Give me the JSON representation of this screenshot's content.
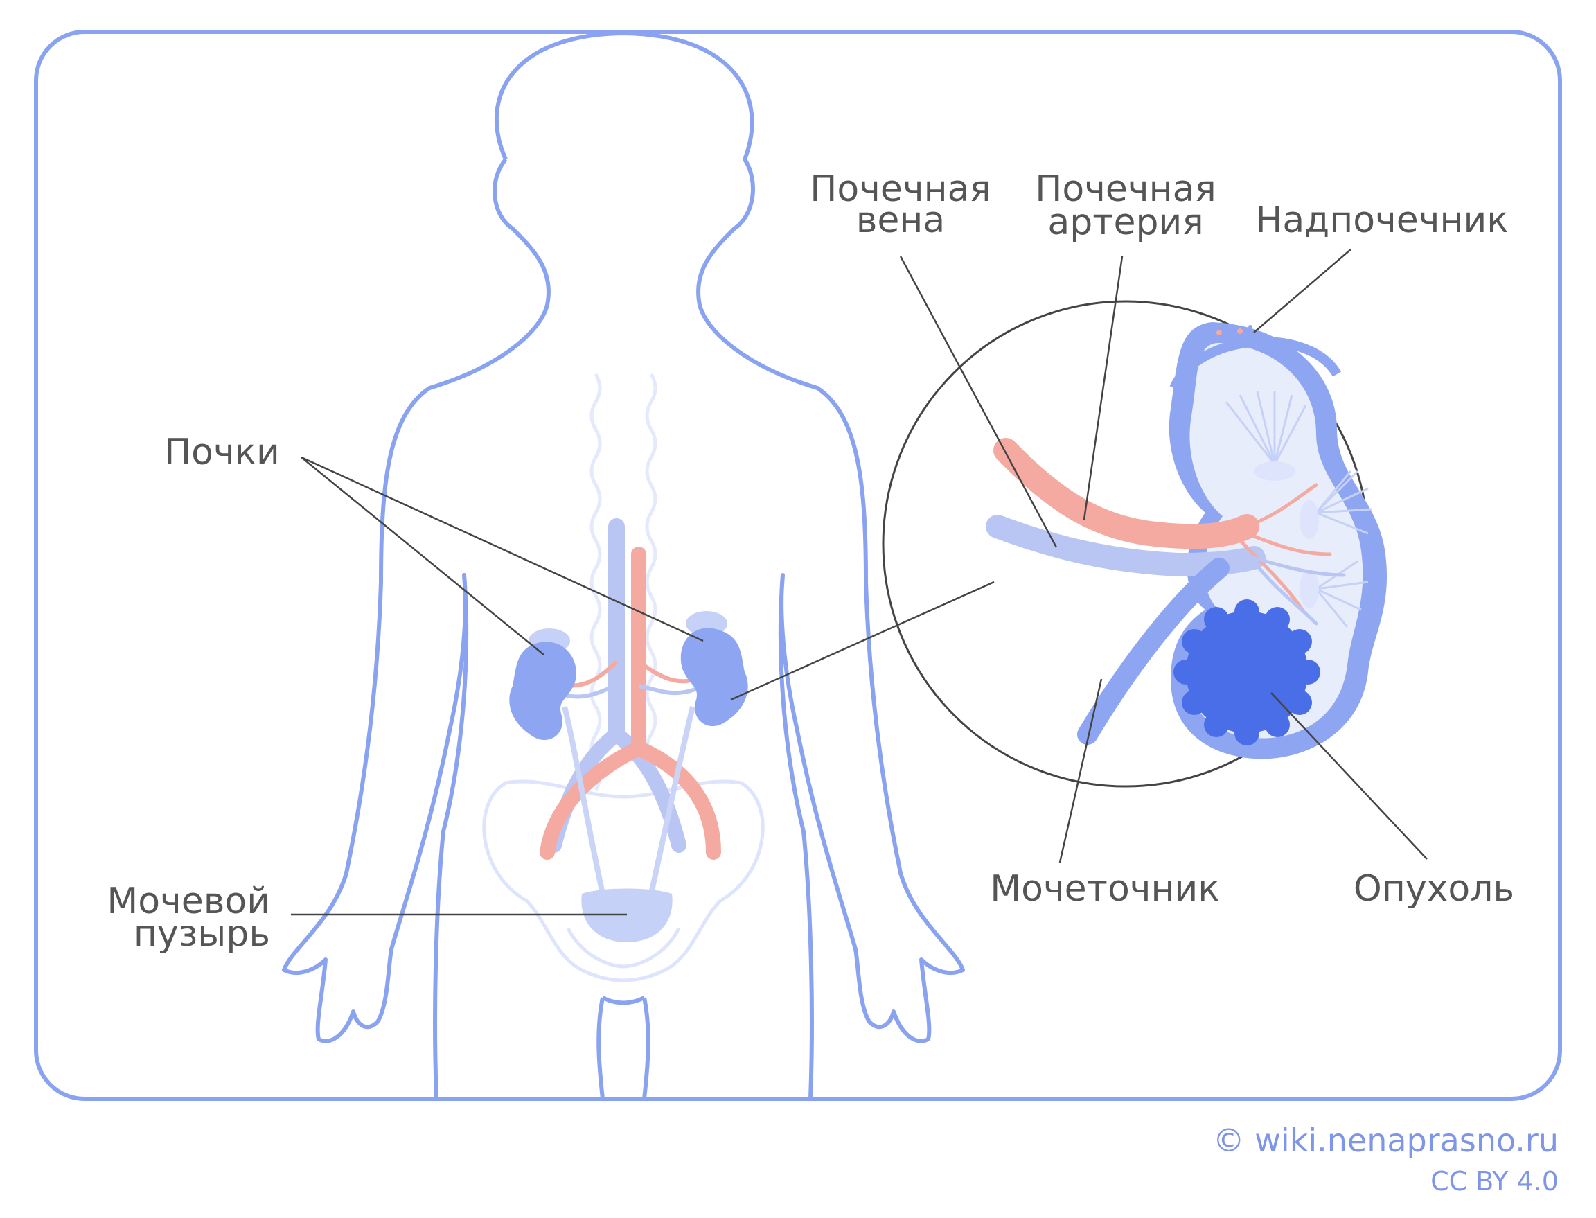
{
  "labels": {
    "kidneys": "Почки",
    "bladder_line1": "Мочевой",
    "bladder_line2": "пузырь",
    "renal_vein_line1": "Почечная",
    "renal_vein_line2": "вена",
    "renal_artery_line1": "Почечная",
    "renal_artery_line2": "артерия",
    "adrenal": "Надпочечник",
    "ureter": "Мочеточник",
    "tumor": "Опухоль"
  },
  "credit": {
    "site": "© wiki.nenaprasno.ru",
    "license": "CC BY 4.0"
  },
  "colors": {
    "outline": "#8aa3f0",
    "vein": "#b9c6f4",
    "artery": "#f4aaa0",
    "kidney": "#8ea6f2",
    "tumor": "#4a6ee8",
    "leader": "#444444"
  }
}
